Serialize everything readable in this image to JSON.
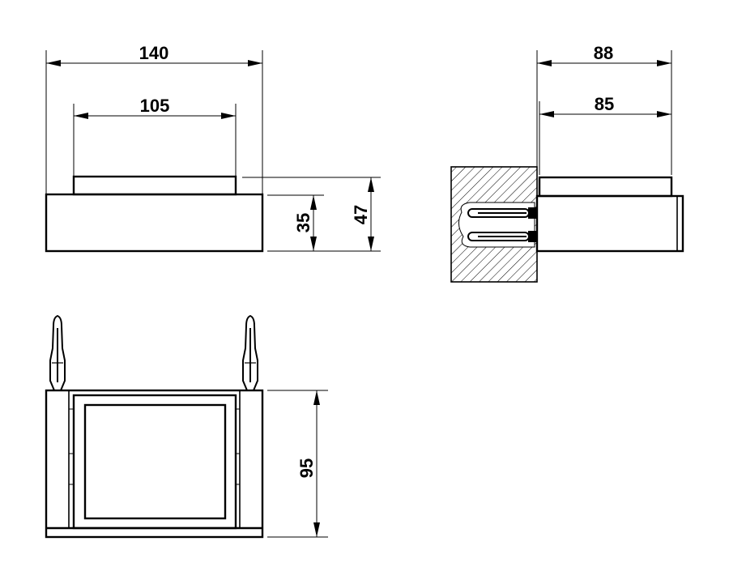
{
  "dimensions": {
    "overall_width": "140",
    "inner_width": "105",
    "base_height": "35",
    "total_height": "47",
    "side_depth_outer": "88",
    "side_depth_inner": "85",
    "plan_depth": "95"
  }
}
